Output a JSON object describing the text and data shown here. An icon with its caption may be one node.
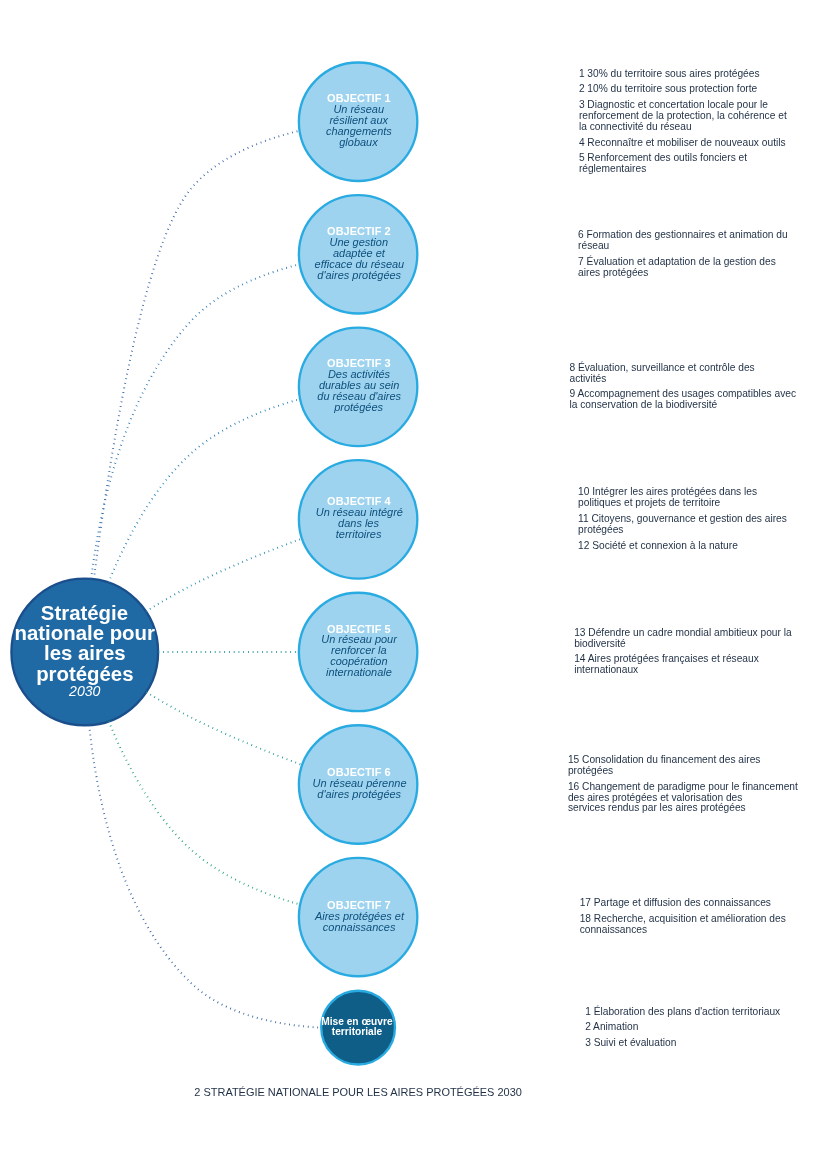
{
  "diagram": {
    "nodes": [
      {
        "text": [
          "Stratégie nationale pour les aires protégées",
          "2030"
        ]
      },
      {
        "text": [
          "OBJECTIF 1",
          "Un réseau résilient aux changements globaux"
        ],
        "beside": [
          "1 30% du territoire sous aires protégées",
          "2 10% du territoire sous protection forte",
          "3 Diagnostic et concertation locale pour le renforcement de la protection, la cohérence et la connectivité du réseau",
          "4 Reconnaître et mobiliser de nouveaux outils",
          "5 Renforcement des outils fonciers et réglementaires"
        ]
      },
      {
        "text": [
          "OBJECTIF 2",
          "Une gestion adaptée et efficace du réseau d'aires protégées"
        ],
        "beside": [
          "6 Formation des gestionnaires et animation du réseau",
          "7 Évaluation et adaptation de la gestion des aires protégées"
        ]
      },
      {
        "text": [
          "OBJECTIF 3",
          "Des activités durables au sein du réseau d'aires protégées"
        ],
        "beside": [
          "8 Évaluation, surveillance et contrôle des activités",
          "9 Accompagnement des usages compatibles avec la conservation de la biodiversité"
        ]
      },
      {
        "text": [
          "OBJECTIF 4",
          "Un réseau intégré dans les territoires"
        ],
        "beside": [
          "10 Intégrer les aires protégées dans les politiques et projets de territoire",
          "11 Citoyens, gouvernance et gestion des aires protégées",
          "12 Société et connexion à la nature"
        ]
      },
      {
        "text": [
          "OBJECTIF 5",
          "Un réseau pour renforcer la coopération internationale"
        ],
        "beside": [
          "13 Défendre un cadre mondial ambitieux pour la biodiversité",
          "14 Aires protégées françaises et réseaux internationaux"
        ]
      },
      {
        "text": [
          "OBJECTIF 6",
          "Un réseau pérenne d'aires protégées"
        ],
        "beside": [
          "15 Consolidation du financement des aires protégées",
          "16 Changement de paradigme pour le financement des aires protégées et valorisation des services rendus par les aires protégées"
        ]
      },
      {
        "text": [
          "OBJECTIF 7",
          "Aires protégées et connaissances"
        ],
        "beside": [
          "17 Partage et diffusion des connaissances",
          "18 Recherche, acquisition et amélioration des connaissances"
        ]
      },
      {
        "text": [
          "Mise en œuvre territoriale"
        ],
        "beside": [
          "1 Élaboration des plans d'action territoriaux",
          "2 Animation",
          "3 Suivi et évaluation"
        ]
      }
    ],
    "edges": [
      {
        "from": 0,
        "to": 1,
        "arrow": "none",
        "style": "dashed",
        "color": "#2b5a9c"
      },
      {
        "from": 0,
        "to": 2,
        "arrow": "none",
        "style": "dashed",
        "color": "#1f6fae"
      },
      {
        "from": 0,
        "to": 3,
        "arrow": "none",
        "style": "dashed",
        "color": "#1d78b0"
      },
      {
        "from": 0,
        "to": 4,
        "arrow": "none",
        "style": "dashed",
        "color": "#1b84aa"
      },
      {
        "from": 0,
        "to": 5,
        "arrow": "none",
        "style": "dashed",
        "color": "#188f98"
      },
      {
        "from": 0,
        "to": 6,
        "arrow": "none",
        "style": "dashed",
        "color": "#17948a"
      },
      {
        "from": 0,
        "to": 7,
        "arrow": "none",
        "style": "dashed",
        "color": "#169a78"
      },
      {
        "from": 0,
        "to": 8,
        "arrow": "none",
        "style": "dashed",
        "color": "#2b5a9c"
      }
    ],
    "labels": [
      "2 STRATÉGIE NATIONALE POUR LES AIRES PROTÉGÉES 2030"
    ]
  }
}
